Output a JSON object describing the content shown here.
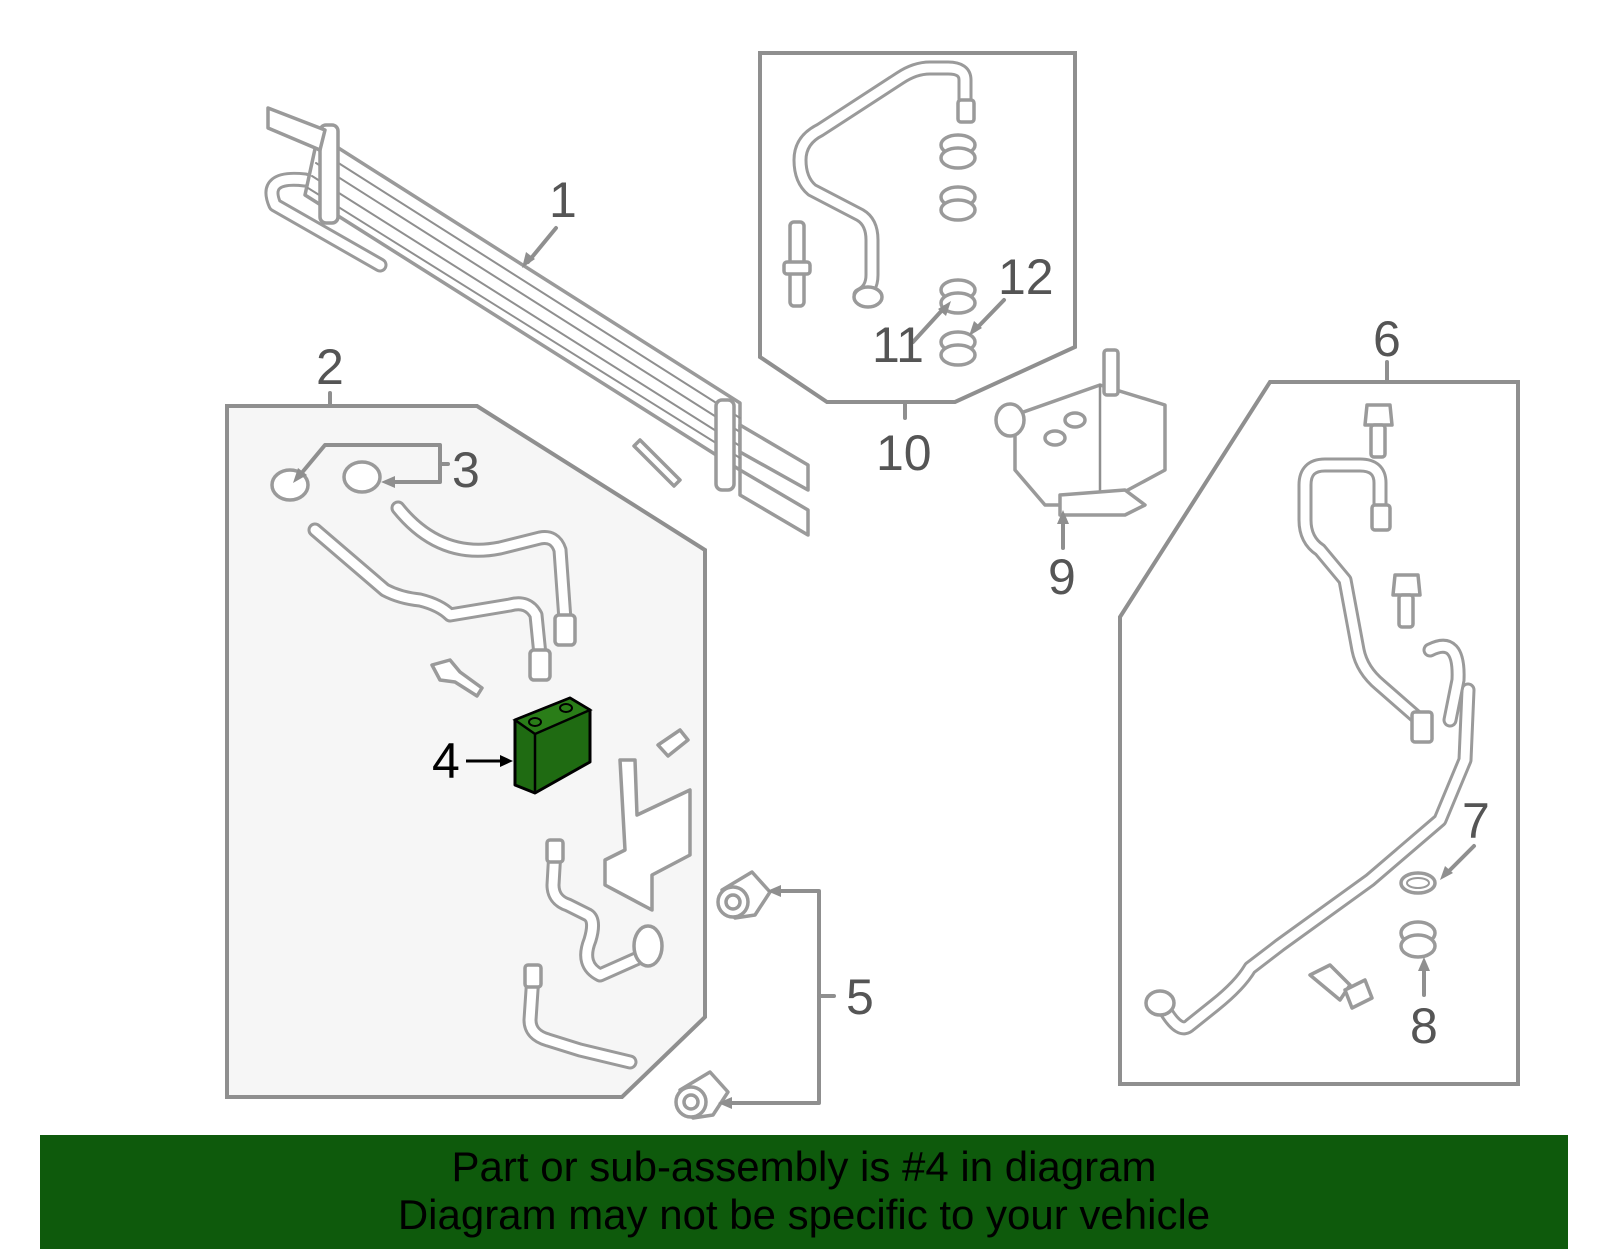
{
  "diagram": {
    "callouts": {
      "c1": "1",
      "c2": "2",
      "c3": "3",
      "c4": "4",
      "c5": "5",
      "c6": "6",
      "c7": "7",
      "c8": "8",
      "c9": "9",
      "c10": "10",
      "c11": "11",
      "c12": "12"
    },
    "highlighted_part": "4"
  },
  "banner": {
    "line1": "Part or sub-assembly is #4 in diagram",
    "line2": "Diagram may not be specific to your vehicle"
  },
  "colors": {
    "banner_background": "#0e5a0c",
    "highlight_part": "#1f6b12",
    "line_gray": "#8f8f8f",
    "panel_fill": "#f6f6f6"
  }
}
